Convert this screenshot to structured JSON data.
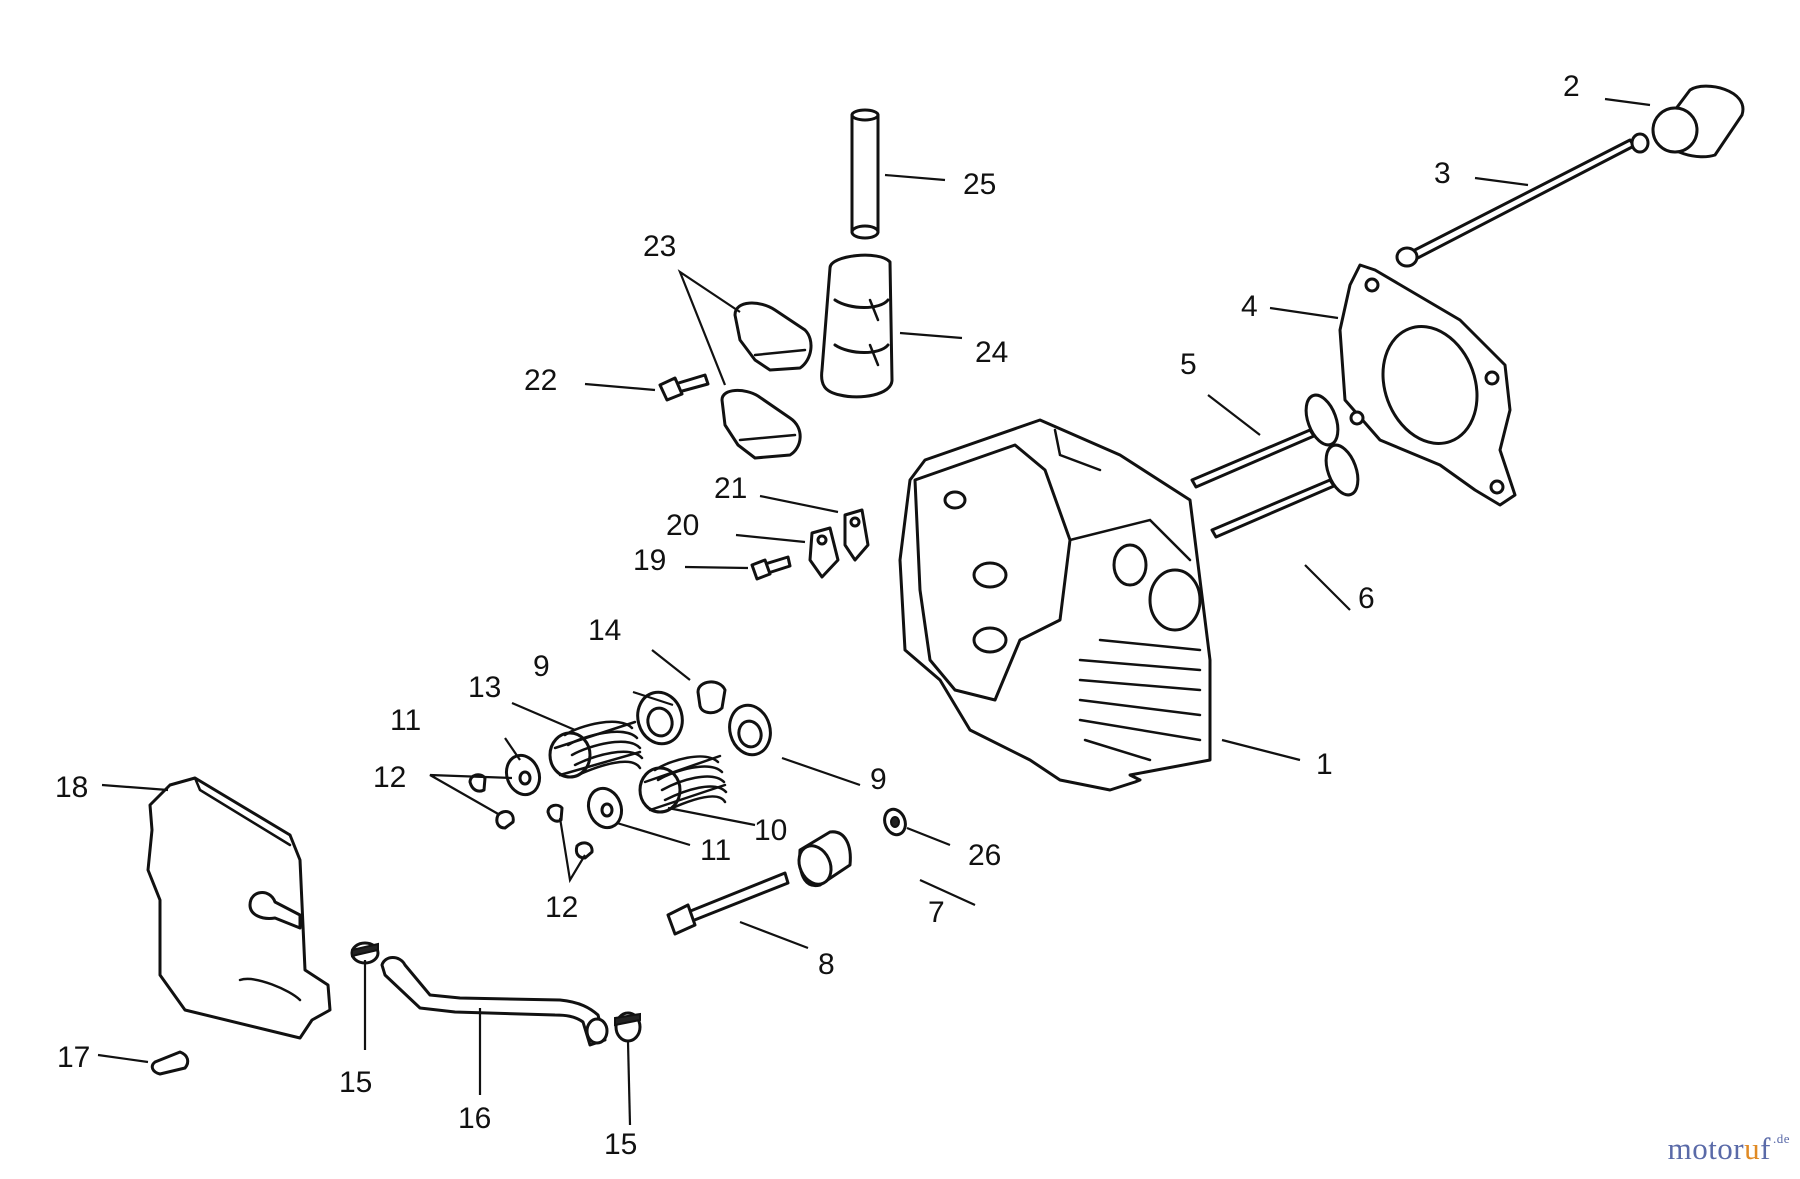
{
  "diagram": {
    "callouts": [
      "1",
      "2",
      "3",
      "4",
      "5",
      "6",
      "7",
      "8",
      "9",
      "9",
      "10",
      "11",
      "11",
      "12",
      "12",
      "13",
      "14",
      "15",
      "15",
      "16",
      "17",
      "18",
      "19",
      "20",
      "21",
      "22",
      "23",
      "24",
      "25",
      "26"
    ]
  },
  "watermark": {
    "brand_start": "motor",
    "brand_accent": "u",
    "brand_end": "f",
    "tld": ".de"
  },
  "colors": {
    "ink": "#111111",
    "background": "#ffffff",
    "watermark_blue": "#5a6aa8",
    "watermark_orange": "#e08a24"
  }
}
